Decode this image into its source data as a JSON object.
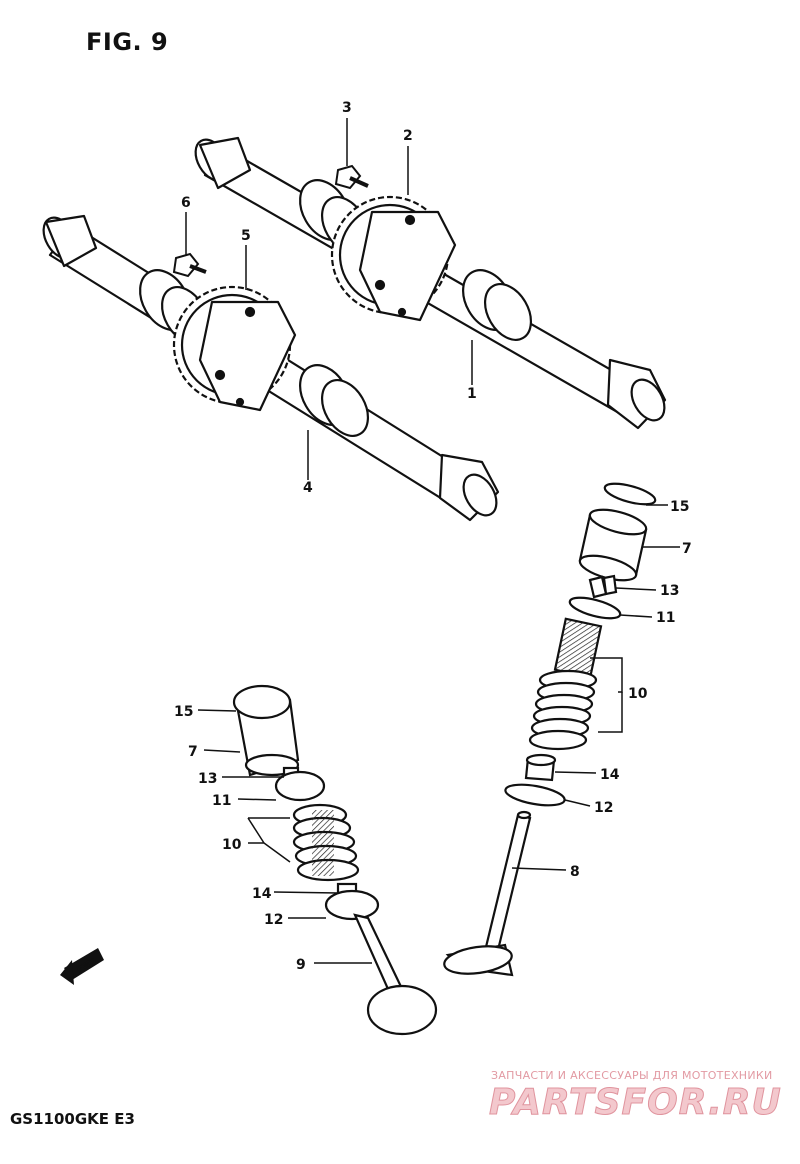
{
  "figure": {
    "title": "FIG. 9",
    "model": "GS1100GKE  E3",
    "fwd_label": "FWD"
  },
  "callouts": {
    "c1": "1",
    "c2": "2",
    "c3": "3",
    "c4": "4",
    "c5": "5",
    "c6": "6",
    "r15": "15",
    "r7": "7",
    "r13": "13",
    "r11": "11",
    "r10": "10",
    "r14": "14",
    "r12": "12",
    "r8": "8",
    "l15": "15",
    "l7": "7",
    "l13": "13",
    "l11": "11",
    "l10": "10",
    "l14": "14",
    "l12": "12",
    "l9": "9"
  },
  "watermark": {
    "tagline": "ЗАПЧАСТИ И АКСЕССУАРЫ ДЛЯ МОТОТЕХНИКИ",
    "logo": "PARTSFOR.RU"
  }
}
